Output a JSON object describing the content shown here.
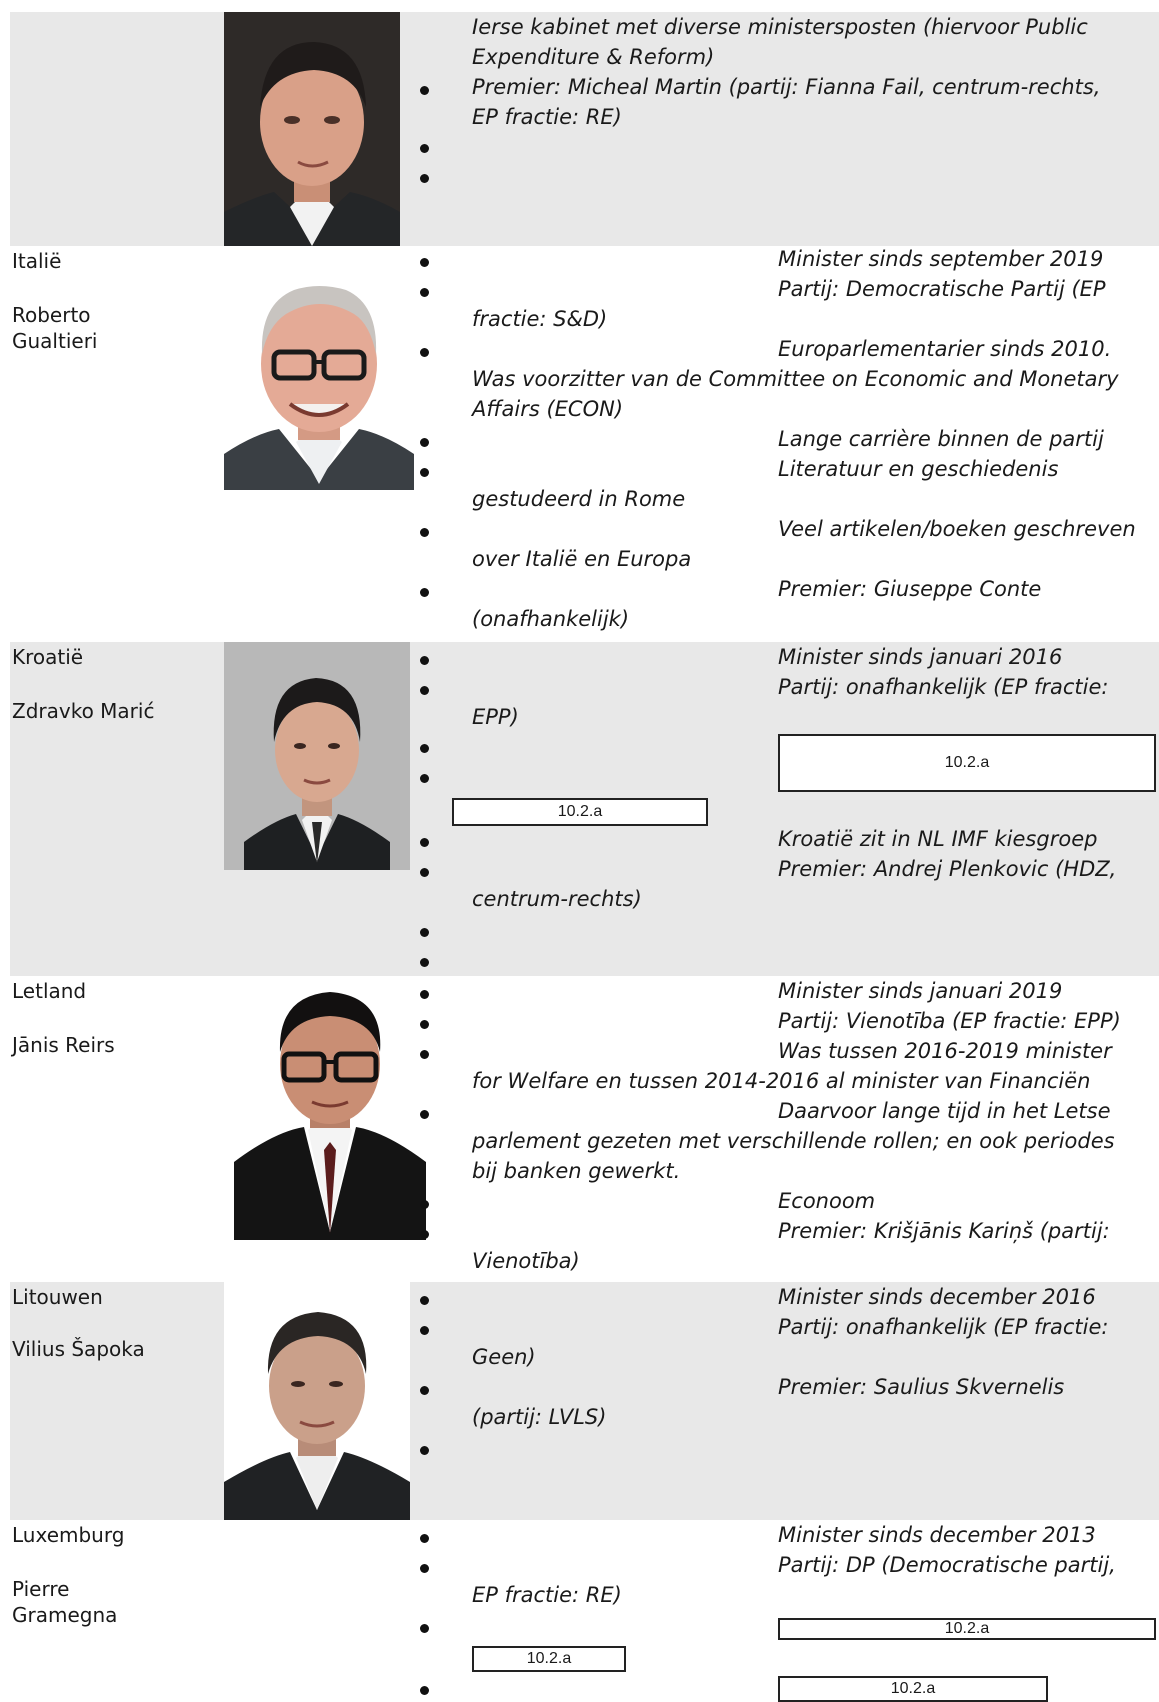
{
  "ireland": {
    "lines": [
      "Ierse kabinet met diverse ministersposten (hiervoor Public",
      "Expenditure & Reform)",
      "Premier: Micheal Martin (partij: Fianna Fail, centrum-rechts,",
      "EP fractie: RE)"
    ]
  },
  "italy": {
    "country": "Italië",
    "name1": "Roberto",
    "name2": "Gualtieri",
    "lines": [
      "Minister sinds september 2019",
      "Partij: Democratische Partij (EP",
      "fractie: S&D)",
      "Europarlementarier sinds 2010.",
      "Was voorzitter van de Committee on Economic and Monetary",
      "Affairs (ECON)",
      "Lange carrière binnen de partij",
      "Literatuur en geschiedenis",
      "gestudeerd in Rome",
      "Veel artikelen/boeken geschreven",
      "over Italië en Europa",
      "Premier: Giuseppe Conte",
      "(onafhankelijk)"
    ]
  },
  "croatia": {
    "country": "Kroatië",
    "name": "Zdravko Marić",
    "lines": [
      "Minister sinds januari 2016",
      "Partij: onafhankelijk (EP fractie:",
      "EPP)",
      "Kroatië zit in NL IMF kiesgroep",
      "Premier: Andrej Plenkovic (HDZ,",
      "centrum-rechts)"
    ],
    "redact1": "10.2.a",
    "redact2": "10.2.a"
  },
  "latvia": {
    "country": "Letland",
    "name": "Jānis Reirs",
    "lines": [
      "Minister sinds januari 2019",
      "Partij: Vienotība (EP fractie: EPP)",
      "Was tussen 2016-2019 minister",
      "for Welfare en tussen 2014-2016 al minister van Financiën",
      "Daarvoor lange tijd in het Letse",
      "parlement gezeten met verschillende rollen; en ook periodes",
      "bij banken gewerkt.",
      "Econoom",
      "Premier: Krišjānis Kariņš (partij:",
      "Vienotība)"
    ]
  },
  "lithuania": {
    "country": "Litouwen",
    "name": "Vilius Šapoka",
    "lines": [
      "Minister sinds december 2016",
      "Partij: onafhankelijk (EP fractie:",
      "Geen)",
      "Premier: Saulius Skvernelis",
      "(partij: LVLS)"
    ]
  },
  "luxembourg": {
    "country": "Luxemburg",
    "name1": "Pierre",
    "name2": "Gramegna",
    "lines": [
      "Minister sinds december 2013",
      "Partij: DP (Democratische partij,",
      "EP fractie: RE)"
    ],
    "redact1": "10.2.a",
    "redact2": "10.2.a",
    "redact3": "10.2.a"
  }
}
